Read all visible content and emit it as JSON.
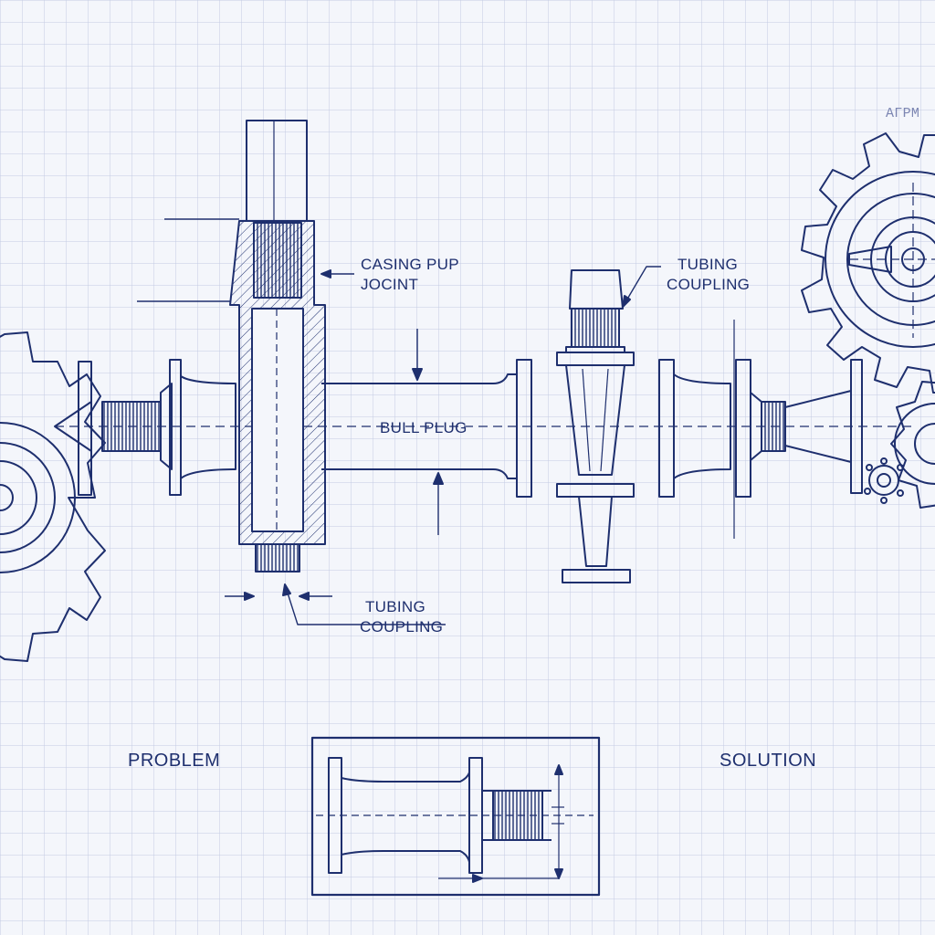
{
  "labels": {
    "casing_pup_joint": [
      "CASING PUP",
      "JOCINT"
    ],
    "tubing_coupling_top": [
      "TUBING",
      "COUPLING"
    ],
    "bull_plug": "BULL PLUG",
    "tubing_coupling_bottom": [
      "TUBING",
      "COUPLING"
    ],
    "problem": "PROBLEM",
    "solution": "SOLUTION",
    "corner_mark": "AГРМ"
  },
  "colors": {
    "paper": "#f4f6fb",
    "grid": "#c3cbe3",
    "ink": "#1e2f6e"
  }
}
